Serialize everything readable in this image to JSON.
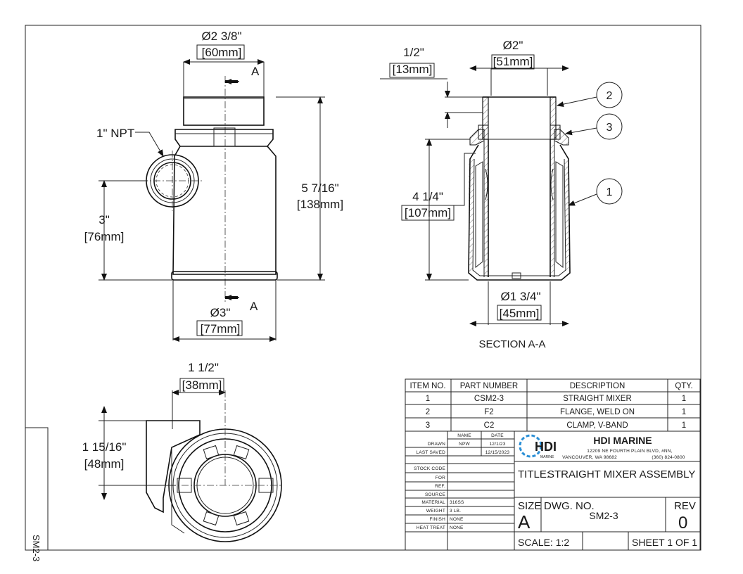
{
  "front_view": {
    "top_diameter": "Ø2 3/8\"",
    "top_diameter_mm": "[60mm]",
    "section_label_top": "A",
    "section_label_bottom": "A",
    "npt_label": "1\" NPT",
    "height": "5 7/16\"",
    "height_mm": "[138mm]",
    "port_height": "3\"",
    "port_height_mm": "[76mm]",
    "bottom_diameter": "Ø3\"",
    "bottom_diameter_mm": "[77mm]"
  },
  "section_view": {
    "flange_height": "1/2\"",
    "flange_height_mm": "[13mm]",
    "top_diameter": "Ø2\"",
    "top_diameter_mm": "[51mm]",
    "height": "4 1/4\"",
    "height_mm": "[107mm]",
    "bore_diameter": "Ø1 3/4\"",
    "bore_diameter_mm": "[45mm]",
    "caption": "SECTION A-A",
    "balloons": [
      "2",
      "3",
      "1"
    ]
  },
  "top_view": {
    "width": "1 1/2\"",
    "width_mm": "[38mm]",
    "offset": "1 15/16\"",
    "offset_mm": "[48mm]"
  },
  "side_label": "SM2-3",
  "bom": {
    "headers": [
      "ITEM NO.",
      "PART NUMBER",
      "DESCRIPTION",
      "QTY."
    ],
    "rows": [
      [
        "1",
        "CSM2-3",
        "STRAIGHT MIXER",
        "1"
      ],
      [
        "2",
        "F2",
        "FLANGE, WELD ON",
        "1"
      ],
      [
        "3",
        "C2",
        "CLAMP, V-BAND",
        "1"
      ]
    ]
  },
  "title_block": {
    "col_name": "NAME",
    "col_date": "DATE",
    "drawn_label": "DRAWN",
    "drawn_name": "NPW",
    "drawn_date": "12/1/23",
    "saved_label": "LAST SAVED",
    "saved_date": "12/15/2023",
    "fields": [
      {
        "label": "STOCK CODE",
        "value": ""
      },
      {
        "label": "FOR",
        "value": ""
      },
      {
        "label": "REF.",
        "value": ""
      },
      {
        "label": "SOURCE",
        "value": ""
      },
      {
        "label": "MATERIAL",
        "value": "316SS"
      },
      {
        "label": "WEIGHT",
        "value": "3 LB."
      },
      {
        "label": "FINISH",
        "value": "NONE"
      },
      {
        "label": "HEAT TREAT",
        "value": "NONE"
      }
    ],
    "company": "HDI MARINE",
    "logo_text": "HDI",
    "logo_sub": "MARINE",
    "address_line1": "12209 NE FOURTH PLAIN BLVD, #NN,",
    "address_line2": "VANCOUVER, WA 98682",
    "phone": "(360) 824-0800",
    "title_label": "TITLE:",
    "title": "STRAIGHT MIXER ASSEMBLY",
    "size_label": "SIZE",
    "size": "A",
    "dwg_label": "DWG.  NO.",
    "dwg_no": "SM2-3",
    "rev_label": "REV",
    "rev": "0",
    "scale": "SCALE: 1:2",
    "sheet": "SHEET 1 OF 1"
  },
  "colors": {
    "brand": "#1a7bc4",
    "line": "#222222"
  }
}
